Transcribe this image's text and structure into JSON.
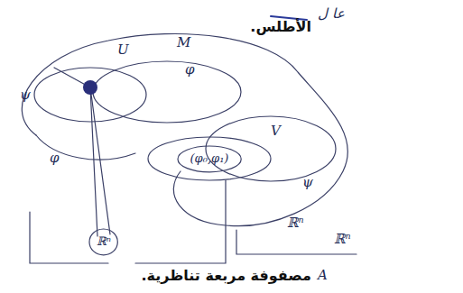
{
  "diagram": {
    "nodes": [
      {
        "text": [
          "(φ₀,φ₁)"
        ]
      },
      {
        "text": [
          "ℝⁿ"
        ]
      }
    ],
    "labels": [
      "الأطلس.",
      "عا ل",
      "M",
      "U",
      "ψ",
      "φ",
      "V",
      "φ",
      "ψ",
      "ℝⁿ",
      "ℝⁿ",
      "A",
      "مصفوفة مربعة تناظرية."
    ]
  }
}
